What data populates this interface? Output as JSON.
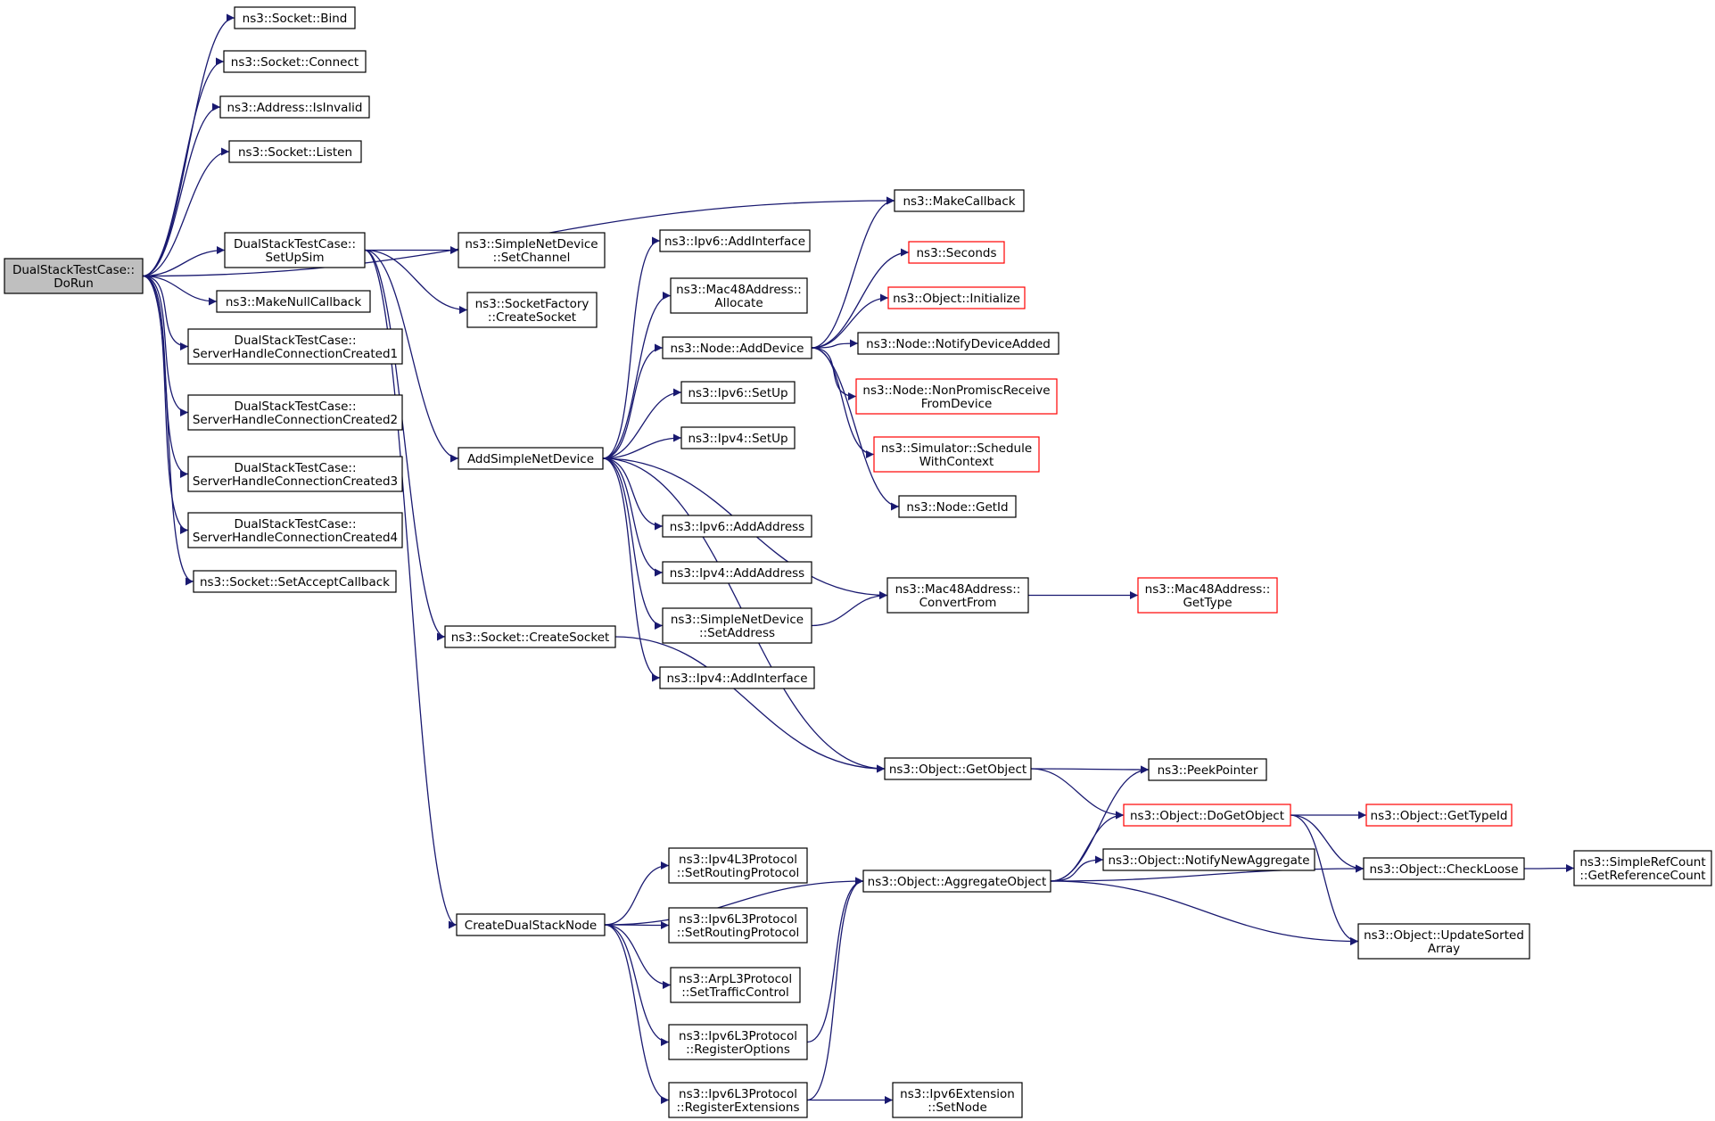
{
  "diagram": {
    "type": "call-graph",
    "colors": {
      "edge": "#191970",
      "node_border": "#000000",
      "truncated_node_border": "#ff0000",
      "root_fill": "#bfbfbf",
      "node_fill": "#ffffff"
    },
    "nodes": [
      {
        "id": "dorun",
        "lines": [
          "DualStackTestCase::",
          "DoRun"
        ],
        "root": true
      },
      {
        "id": "bind",
        "lines": [
          "ns3::Socket::Bind"
        ]
      },
      {
        "id": "connect",
        "lines": [
          "ns3::Socket::Connect"
        ]
      },
      {
        "id": "isinvalid",
        "lines": [
          "ns3::Address::IsInvalid"
        ]
      },
      {
        "id": "listen",
        "lines": [
          "ns3::Socket::Listen"
        ]
      },
      {
        "id": "makecallback",
        "lines": [
          "ns3::MakeCallback"
        ]
      },
      {
        "id": "setupsim",
        "lines": [
          "DualStackTestCase::",
          "SetUpSim"
        ]
      },
      {
        "id": "makenullcallback",
        "lines": [
          "ns3::MakeNullCallback"
        ]
      },
      {
        "id": "shcc1",
        "lines": [
          "DualStackTestCase::",
          "ServerHandleConnectionCreated1"
        ]
      },
      {
        "id": "shcc2",
        "lines": [
          "DualStackTestCase::",
          "ServerHandleConnectionCreated2"
        ]
      },
      {
        "id": "shcc3",
        "lines": [
          "DualStackTestCase::",
          "ServerHandleConnectionCreated3"
        ]
      },
      {
        "id": "shcc4",
        "lines": [
          "DualStackTestCase::",
          "ServerHandleConnectionCreated4"
        ]
      },
      {
        "id": "setacceptcallback",
        "lines": [
          "ns3::Socket::SetAcceptCallback"
        ]
      },
      {
        "id": "setchannel",
        "lines": [
          "ns3::SimpleNetDevice",
          "::SetChannel"
        ]
      },
      {
        "id": "sfcreatesocket",
        "lines": [
          "ns3::SocketFactory",
          "::CreateSocket"
        ]
      },
      {
        "id": "addsimplenetdevice",
        "lines": [
          "AddSimpleNetDevice"
        ]
      },
      {
        "id": "socketcreatesocket",
        "lines": [
          "ns3::Socket::CreateSocket"
        ]
      },
      {
        "id": "createdualstacknode",
        "lines": [
          "CreateDualStackNode"
        ]
      },
      {
        "id": "ipv6addinterface",
        "lines": [
          "ns3::Ipv6::AddInterface"
        ]
      },
      {
        "id": "mac48allocate",
        "lines": [
          "ns3::Mac48Address::",
          "Allocate"
        ]
      },
      {
        "id": "nodeadddevice",
        "lines": [
          "ns3::Node::AddDevice"
        ]
      },
      {
        "id": "ipv6setup",
        "lines": [
          "ns3::Ipv6::SetUp"
        ]
      },
      {
        "id": "ipv4setup",
        "lines": [
          "ns3::Ipv4::SetUp"
        ]
      },
      {
        "id": "ipv6addaddress",
        "lines": [
          "ns3::Ipv6::AddAddress"
        ]
      },
      {
        "id": "ipv4addaddress",
        "lines": [
          "ns3::Ipv4::AddAddress"
        ]
      },
      {
        "id": "sndsetaddress",
        "lines": [
          "ns3::SimpleNetDevice",
          "::SetAddress"
        ]
      },
      {
        "id": "ipv4addinterface",
        "lines": [
          "ns3::Ipv4::AddInterface"
        ]
      },
      {
        "id": "seconds",
        "lines": [
          "ns3::Seconds"
        ],
        "truncated": true
      },
      {
        "id": "objinitialize",
        "lines": [
          "ns3::Object::Initialize"
        ],
        "truncated": true
      },
      {
        "id": "notifydeviceadded",
        "lines": [
          "ns3::Node::NotifyDeviceAdded"
        ]
      },
      {
        "id": "nonpromisc",
        "lines": [
          "ns3::Node::NonPromiscReceive",
          "FromDevice"
        ],
        "truncated": true
      },
      {
        "id": "schedulewithcontext",
        "lines": [
          "ns3::Simulator::Schedule",
          "WithContext"
        ],
        "truncated": true
      },
      {
        "id": "nodegetid",
        "lines": [
          "ns3::Node::GetId"
        ]
      },
      {
        "id": "mac48convertfrom",
        "lines": [
          "ns3::Mac48Address::",
          "ConvertFrom"
        ]
      },
      {
        "id": "mac48gettype",
        "lines": [
          "ns3::Mac48Address::",
          "GetType"
        ],
        "truncated": true
      },
      {
        "id": "objgetobject",
        "lines": [
          "ns3::Object::GetObject"
        ]
      },
      {
        "id": "peekpointer",
        "lines": [
          "ns3::PeekPointer"
        ]
      },
      {
        "id": "objdogetobject",
        "lines": [
          "ns3::Object::DoGetObject"
        ],
        "truncated": true
      },
      {
        "id": "objgettypeid",
        "lines": [
          "ns3::Object::GetTypeId"
        ],
        "truncated": true
      },
      {
        "id": "objaggregate",
        "lines": [
          "ns3::Object::AggregateObject"
        ]
      },
      {
        "id": "notifynewaggregate",
        "lines": [
          "ns3::Object::NotifyNewAggregate"
        ]
      },
      {
        "id": "objcheckloose",
        "lines": [
          "ns3::Object::CheckLoose"
        ]
      },
      {
        "id": "getrefcount",
        "lines": [
          "ns3::SimpleRefCount",
          "::GetReferenceCount"
        ]
      },
      {
        "id": "updatesorted",
        "lines": [
          "ns3::Object::UpdateSorted",
          "Array"
        ]
      },
      {
        "id": "ipv4l3setrouting",
        "lines": [
          "ns3::Ipv4L3Protocol",
          "::SetRoutingProtocol"
        ]
      },
      {
        "id": "ipv6l3setrouting",
        "lines": [
          "ns3::Ipv6L3Protocol",
          "::SetRoutingProtocol"
        ]
      },
      {
        "id": "arpsettraffic",
        "lines": [
          "ns3::ArpL3Protocol",
          "::SetTrafficControl"
        ]
      },
      {
        "id": "ipv6l3regoptions",
        "lines": [
          "ns3::Ipv6L3Protocol",
          "::RegisterOptions"
        ]
      },
      {
        "id": "ipv6l3regext",
        "lines": [
          "ns3::Ipv6L3Protocol",
          "::RegisterExtensions"
        ]
      },
      {
        "id": "ipv6extsetnode",
        "lines": [
          "ns3::Ipv6Extension",
          "::SetNode"
        ]
      }
    ],
    "edges": [
      [
        "dorun",
        "bind"
      ],
      [
        "dorun",
        "connect"
      ],
      [
        "dorun",
        "isinvalid"
      ],
      [
        "dorun",
        "listen"
      ],
      [
        "dorun",
        "makecallback"
      ],
      [
        "dorun",
        "setupsim"
      ],
      [
        "dorun",
        "makenullcallback"
      ],
      [
        "dorun",
        "shcc1"
      ],
      [
        "dorun",
        "shcc2"
      ],
      [
        "dorun",
        "shcc3"
      ],
      [
        "dorun",
        "shcc4"
      ],
      [
        "dorun",
        "setacceptcallback"
      ],
      [
        "setupsim",
        "setchannel"
      ],
      [
        "setupsim",
        "sfcreatesocket"
      ],
      [
        "setupsim",
        "addsimplenetdevice"
      ],
      [
        "setupsim",
        "socketcreatesocket"
      ],
      [
        "setupsim",
        "createdualstacknode"
      ],
      [
        "addsimplenetdevice",
        "ipv6addinterface"
      ],
      [
        "addsimplenetdevice",
        "mac48allocate"
      ],
      [
        "addsimplenetdevice",
        "nodeadddevice"
      ],
      [
        "addsimplenetdevice",
        "ipv6setup"
      ],
      [
        "addsimplenetdevice",
        "ipv4setup"
      ],
      [
        "addsimplenetdevice",
        "ipv6addaddress"
      ],
      [
        "addsimplenetdevice",
        "ipv4addaddress"
      ],
      [
        "addsimplenetdevice",
        "sndsetaddress"
      ],
      [
        "addsimplenetdevice",
        "ipv4addinterface"
      ],
      [
        "addsimplenetdevice",
        "mac48convertfrom"
      ],
      [
        "addsimplenetdevice",
        "objgetobject"
      ],
      [
        "nodeadddevice",
        "makecallback"
      ],
      [
        "nodeadddevice",
        "seconds"
      ],
      [
        "nodeadddevice",
        "objinitialize"
      ],
      [
        "nodeadddevice",
        "notifydeviceadded"
      ],
      [
        "nodeadddevice",
        "nonpromisc"
      ],
      [
        "nodeadddevice",
        "schedulewithcontext"
      ],
      [
        "nodeadddevice",
        "nodegetid"
      ],
      [
        "sndsetaddress",
        "mac48convertfrom"
      ],
      [
        "mac48convertfrom",
        "mac48gettype"
      ],
      [
        "socketcreatesocket",
        "objgetobject"
      ],
      [
        "objgetobject",
        "peekpointer"
      ],
      [
        "objgetobject",
        "objdogetobject"
      ],
      [
        "objdogetobject",
        "objgettypeid"
      ],
      [
        "objdogetobject",
        "objcheckloose"
      ],
      [
        "objdogetobject",
        "updatesorted"
      ],
      [
        "objaggregate",
        "peekpointer"
      ],
      [
        "objaggregate",
        "objdogetobject"
      ],
      [
        "objaggregate",
        "notifynewaggregate"
      ],
      [
        "objaggregate",
        "objcheckloose"
      ],
      [
        "objaggregate",
        "updatesorted"
      ],
      [
        "objcheckloose",
        "getrefcount"
      ],
      [
        "createdualstacknode",
        "objaggregate"
      ],
      [
        "createdualstacknode",
        "ipv4l3setrouting"
      ],
      [
        "createdualstacknode",
        "ipv6l3setrouting"
      ],
      [
        "createdualstacknode",
        "arpsettraffic"
      ],
      [
        "createdualstacknode",
        "ipv6l3regoptions"
      ],
      [
        "createdualstacknode",
        "ipv6l3regext"
      ],
      [
        "ipv6l3regoptions",
        "objaggregate"
      ],
      [
        "ipv6l3regext",
        "objaggregate"
      ],
      [
        "ipv6l3regext",
        "ipv6extsetnode"
      ]
    ]
  }
}
